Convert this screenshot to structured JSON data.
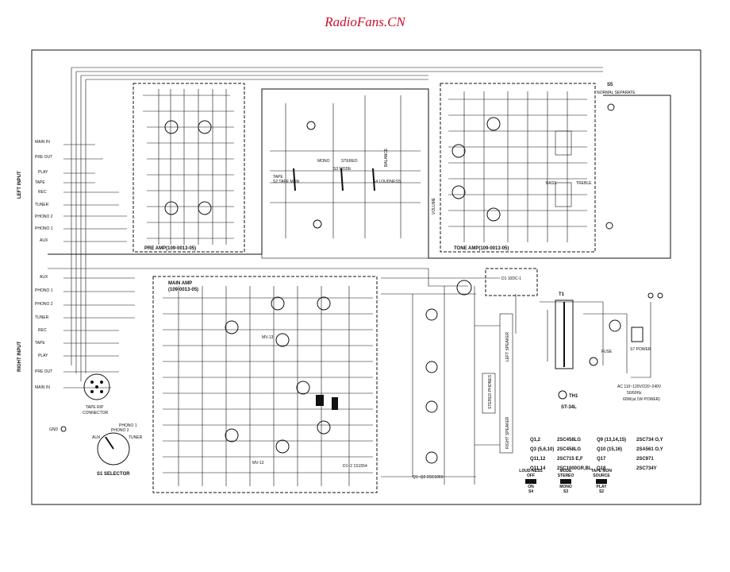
{
  "watermark": "RadioFans.CN",
  "blocks": {
    "pre_amp": "PRE AMP(109-0013-05)",
    "main_amp_1": "MAIN AMP",
    "main_amp_2": "(109-0013-05)",
    "tone_amp": "TONE AMP(109-0013-05)"
  },
  "left_input": {
    "side_label": "LEFT INPUT",
    "jacks": [
      "MAIN IN",
      "PRE OUT",
      "PLAY",
      "TAPE",
      "REC",
      "TUNER",
      "PHONO 2",
      "PHONO 1",
      "AUX"
    ]
  },
  "right_input": {
    "side_label": "RIGHT INPUT",
    "jacks": [
      "AUX",
      "PHONO 1",
      "PHONO 2",
      "TUNER",
      "REC",
      "TAPE",
      "PLAY",
      "PRE OUT",
      "MAIN IN"
    ]
  },
  "connector": {
    "label_1": "TAPE R/P",
    "label_2": "CONNECTOR"
  },
  "gnd": "GND",
  "selector": {
    "positions": [
      "PHONO 2",
      "PHONO 1",
      "AUX",
      "TUNER"
    ],
    "label": "S1 SELECTOR"
  },
  "switches": {
    "s2_tape_mon": "S2 TAPE MON",
    "s3_mode": "S3 MODE",
    "mono": "MONO",
    "stereo": "STEREO",
    "s4_loudness": "S4 LOUDNESS",
    "balance": "BALANCE",
    "volume": "VOLUME",
    "normal_separate": "NORMAL SEPARATE",
    "s5": "S5",
    "bass": "BASS",
    "treble": "TREBLE",
    "s7_power": "S7 POWER",
    "tape": "TAPE"
  },
  "power": {
    "diode": "D1 10DC-1",
    "transformer": "T1",
    "ac_line_1": "AC 110~120V/220~240V",
    "ac_line_2": "50/60Hz",
    "ac_line_3": "60W(at 1W POWER)",
    "fuse": "FUSE",
    "thermal": "TH1",
    "thermal_part": "ST-34L"
  },
  "speakers": {
    "left": "LEFT SPEAKER",
    "right": "RIGHT SPEAKER",
    "stereo_phones": "STEREO PHONES"
  },
  "parts": {
    "d_main": "D1~2 1S1554",
    "vr_mv13_a": "MV-13",
    "vr_mv13_b": "MV-13",
    "q_note": "Q1~Q2 2SC1060"
  },
  "transistor_table": [
    [
      "Q1,2",
      "2SC458LG",
      "Q9 (13,14,15)",
      "2SC734 O,Y"
    ],
    [
      "Q3 (5,6,10)",
      "2SC458LG",
      "Q10 (15,16)",
      "2SA561 O,Y"
    ],
    [
      "Q11,12",
      "2SC715 E,F",
      "Q17",
      "2SC971"
    ],
    [
      "Q11,14",
      "2SC1000GR,BL",
      "Q18",
      "2SC734Y"
    ]
  ],
  "switch_panel": [
    {
      "title": "LOUD-NESS",
      "top": "OFF",
      "bottom": "ON",
      "ref": "S4"
    },
    {
      "title": "MODE",
      "top": "STEREO",
      "bottom": "MONO",
      "ref": "S3"
    },
    {
      "title": "TAPE MON",
      "top": "SOURCE",
      "bottom": "PLAY",
      "ref": "S2"
    }
  ],
  "colors": {
    "ink": "#111111",
    "paper": "#ffffff",
    "watermark": "#c8102e"
  }
}
